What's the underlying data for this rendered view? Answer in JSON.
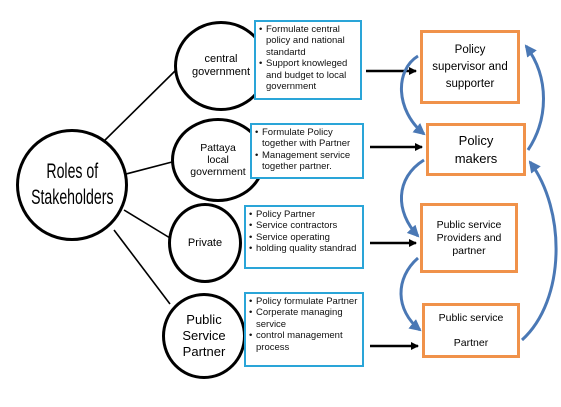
{
  "main": {
    "line1": "Roles of",
    "line2": "Stakeholders"
  },
  "stakeholders": [
    {
      "name_lines": [
        "central",
        "government"
      ],
      "items": [
        "Formulate central policy and  national standartd",
        "Support knowleged and budget to local government"
      ]
    },
    {
      "name_lines": [
        "Pattaya",
        "local",
        "government"
      ],
      "items": [
        "Formulate Policy together with Partner",
        "Management service together partner."
      ]
    },
    {
      "name_lines": [
        "Private"
      ],
      "items": [
        "Policy Partner",
        "Service  contractors",
        "Service operating",
        "holding quality standrad"
      ]
    },
    {
      "name_lines": [
        "Public",
        "Service",
        "Partner"
      ],
      "items": [
        "Policy  formulate Partner",
        "Corperate managing service",
        "control management process"
      ]
    }
  ],
  "roles": [
    {
      "lines": [
        "Policy",
        "supervisor and",
        "supporter"
      ]
    },
    {
      "lines": [
        "Policy",
        "makers"
      ]
    },
    {
      "lines": [
        "Public service",
        "Providers and",
        "partner"
      ]
    },
    {
      "lines": [
        "Public service",
        "Partner"
      ]
    }
  ],
  "colors": {
    "info_border": "#2aa5d8",
    "role_border": "#f0924a",
    "curved_arrow": "#4a78b5"
  }
}
